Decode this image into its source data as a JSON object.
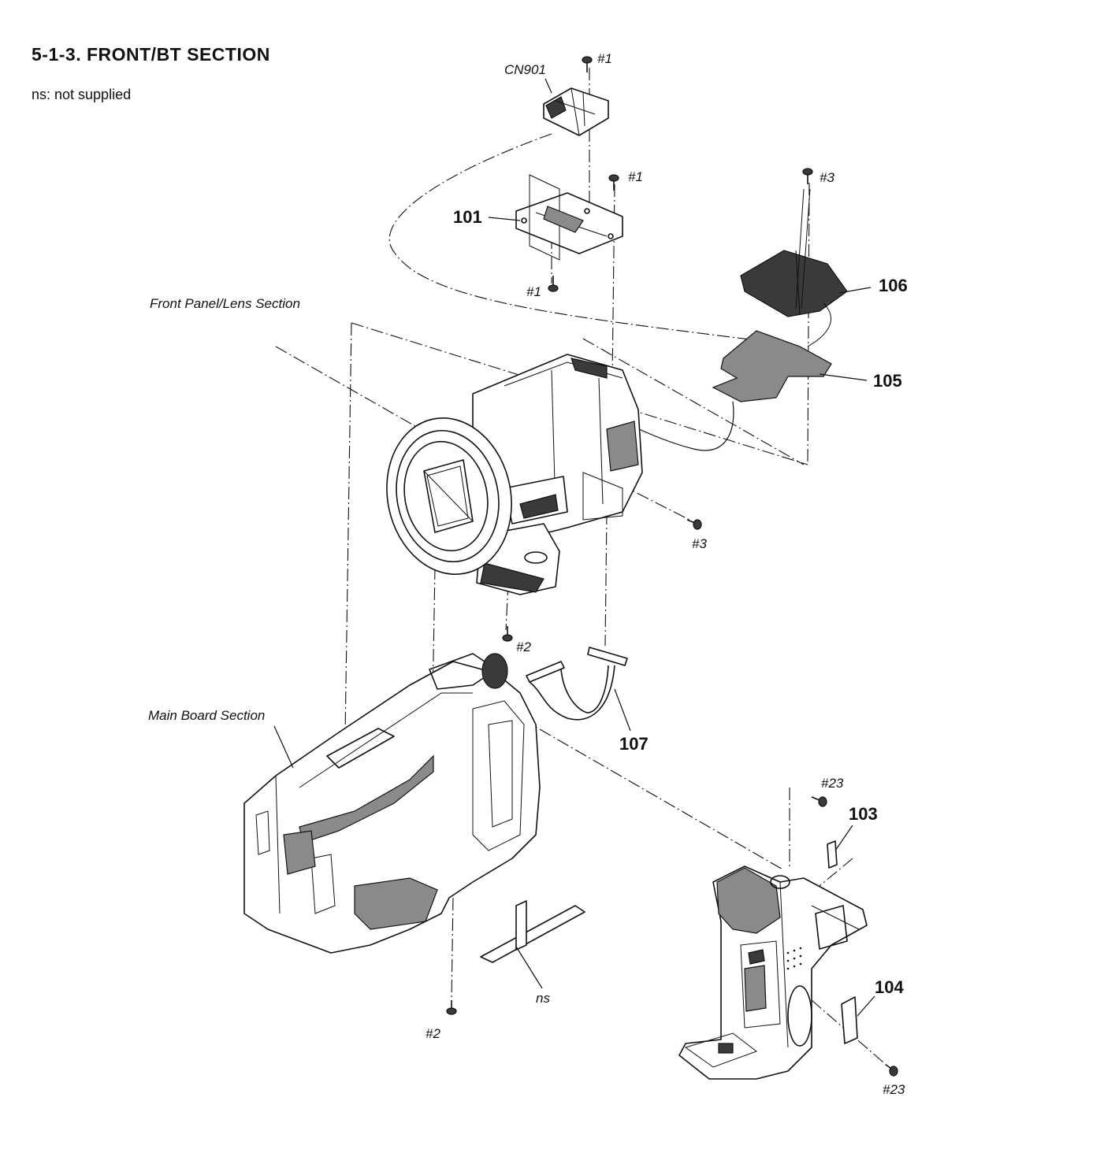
{
  "header": {
    "title": "5-1-3.  FRONT/BT  SECTION",
    "note": "ns: not supplied"
  },
  "sections": {
    "front_panel_lens": "Front Panel/Lens Section",
    "main_board": "Main Board Section"
  },
  "parts": {
    "p101": "101",
    "p103": "103",
    "p104": "104",
    "p105": "105",
    "p106": "106",
    "p107": "107",
    "cn901": "CN901",
    "ns": "ns"
  },
  "screws": {
    "s1_top": "#1",
    "s1_mid": "#1",
    "s1_low": "#1",
    "s3_top": "#3",
    "s3_lens": "#3",
    "s2_lens": "#2",
    "s2_bottom": "#2",
    "s23_top": "#23",
    "s23_bottom": "#23"
  }
}
